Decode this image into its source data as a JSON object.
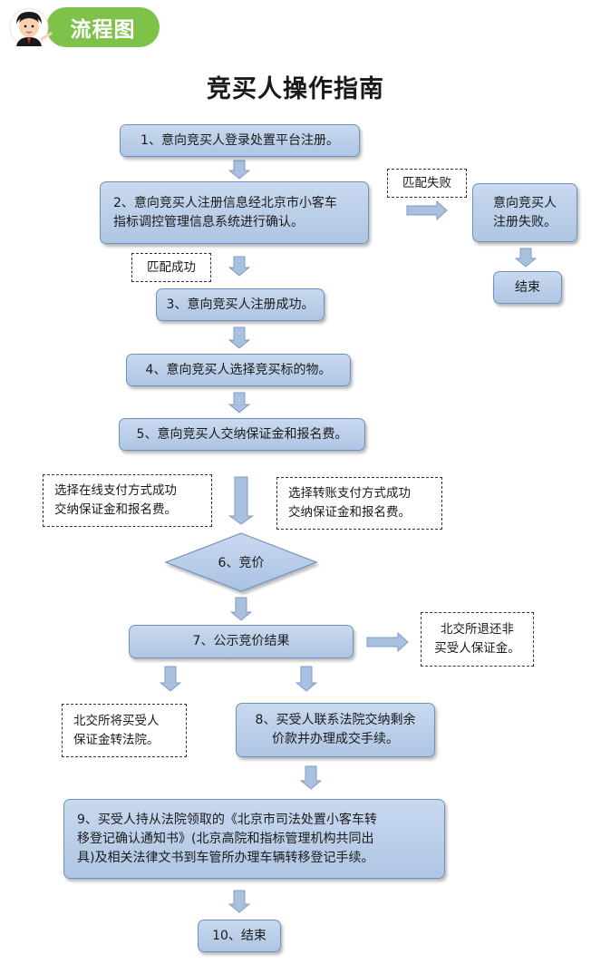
{
  "badge": {
    "label": "流程图",
    "icon": "mascot-avatar-icon"
  },
  "title": "竞买人操作指南",
  "steps": {
    "s1": "1、意向竞买人登录处置平台注册。",
    "s2": "2、意向竞买人注册信息经北京市小客车\n指标调控管理信息系统进行确认。",
    "s3": "3、意向竞买人注册成功。",
    "s4": "4、意向竞买人选择竞买标的物。",
    "s5": "5、意向竞买人交纳保证金和报名费。",
    "s6": "6、竞价",
    "s7": "7、公示竞价结果",
    "s8": "8、买受人联系法院交纳剩余\n价款并办理成交手续。",
    "s9": "9、买受人持从法院领取的《北京市司法处置小客车转\n移登记确认通知书》(北京高院和指标管理机构共同出\n具)及相关法律文书到车管所办理车辆转移登记手续。",
    "s10": "10、结束",
    "fail_box": "意向竞买人\n注册失败。",
    "end": "结束"
  },
  "notes": {
    "match_fail": "匹配失败",
    "match_success": "匹配成功",
    "online_pay": "选择在线支付方式成功\n交纳保证金和报名费。",
    "transfer_pay": "选择转账支付方式成功\n交纳保证金和报名费。",
    "refund": "北交所退还非\n买受人保证金。",
    "to_court": "北交所将买受人\n保证金转法院。"
  },
  "colors": {
    "box_fill": "#b7cde8",
    "box_border": "#6f92bd",
    "badge_green": "#7fc24a",
    "arrow": "#a9c1df"
  }
}
